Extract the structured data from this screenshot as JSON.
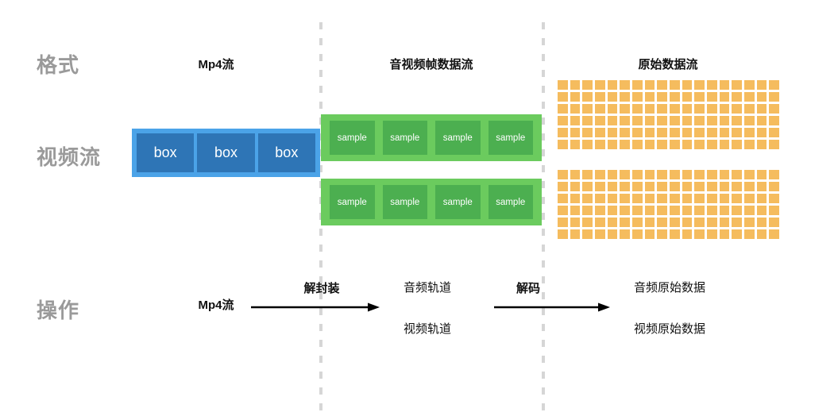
{
  "row_labels": [
    {
      "id": "format",
      "text": "格式"
    },
    {
      "id": "videoflow",
      "text": "视频流"
    },
    {
      "id": "operation",
      "text": "操作"
    }
  ],
  "column_headers": [
    {
      "id": "mp4",
      "text": "Mp4流"
    },
    {
      "id": "frame",
      "text": "音视频帧数据流"
    },
    {
      "id": "raw",
      "text": "原始数据流"
    }
  ],
  "mp4_stream": {
    "boxes": [
      "box",
      "box",
      "box"
    ],
    "container_color": "#4BA3E8",
    "cell_color": "#2E75B6"
  },
  "frame_stream": {
    "container_color": "#6BCB5E",
    "cell_color": "#4CAF50",
    "tracks": [
      {
        "id": "audio",
        "samples": [
          "sample",
          "sample",
          "sample",
          "sample"
        ]
      },
      {
        "id": "video",
        "samples": [
          "sample",
          "sample",
          "sample",
          "sample"
        ]
      }
    ]
  },
  "raw_stream": {
    "cell_color": "#F5BC5E",
    "grids": [
      {
        "id": "audio",
        "rows": 6,
        "cols": 18
      },
      {
        "id": "video",
        "rows": 6,
        "cols": 18
      }
    ]
  },
  "operations": {
    "source_label": "Mp4流",
    "steps": [
      {
        "id": "demux",
        "label": "解封装"
      },
      {
        "id": "decode",
        "label": "解码"
      }
    ],
    "middle_outputs": [
      {
        "id": "audio-track",
        "text": "音频轨道"
      },
      {
        "id": "video-track",
        "text": "视频轨道"
      }
    ],
    "final_outputs": [
      {
        "id": "audio-raw",
        "text": "音频原始数据"
      },
      {
        "id": "video-raw",
        "text": "视频原始数据"
      }
    ]
  },
  "colors": {
    "divider": "#d6d6d6",
    "row_label": "#9a9a9a",
    "text": "#111111",
    "background": "#ffffff"
  }
}
